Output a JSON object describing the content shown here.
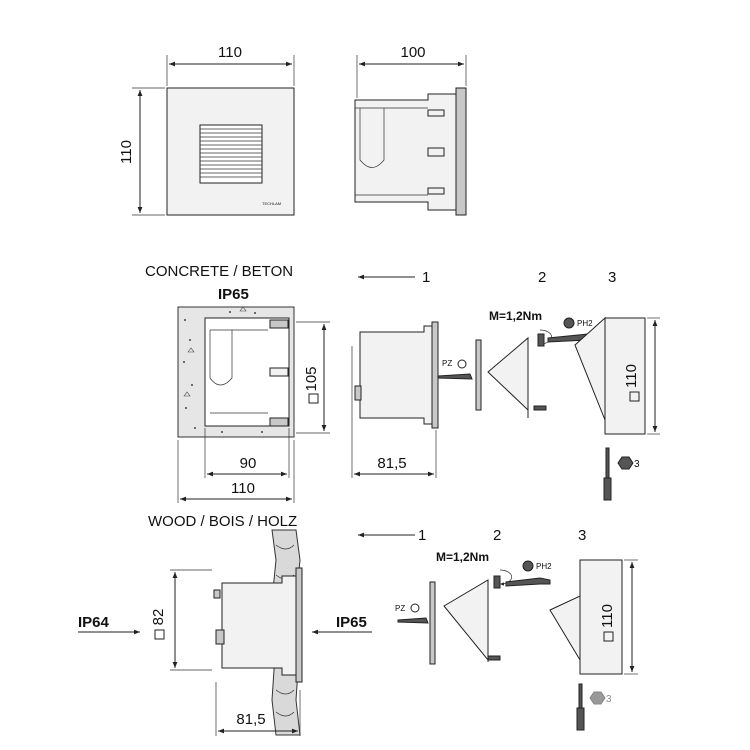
{
  "top": {
    "front_width": "110",
    "front_height": "110",
    "side_depth": "100",
    "brand": "TECHLAM"
  },
  "concrete": {
    "title": "CONCRETE / BETON",
    "ip": "IP65",
    "dim_square": "105",
    "dim_inner": "90",
    "dim_outer": "110",
    "dim_depth": "81,5",
    "step1": "1",
    "step2": "2",
    "step3": "3",
    "torque": "M=1,2Nm",
    "screwdriver_pz": "PZ",
    "screwdriver_ph": "PH2",
    "dim_cover": "110",
    "hex_label": "3"
  },
  "wood": {
    "title": "WOOD / BOIS / HOLZ",
    "ip_left": "IP64",
    "ip_right": "IP65",
    "dim_square": "82",
    "dim_depth": "81,5",
    "step1": "1",
    "step2": "2",
    "step3": "3",
    "torque": "M=1,2Nm",
    "screwdriver_pz": "PZ",
    "screwdriver_ph": "PH2",
    "dim_cover": "110",
    "hex_label": "3"
  }
}
